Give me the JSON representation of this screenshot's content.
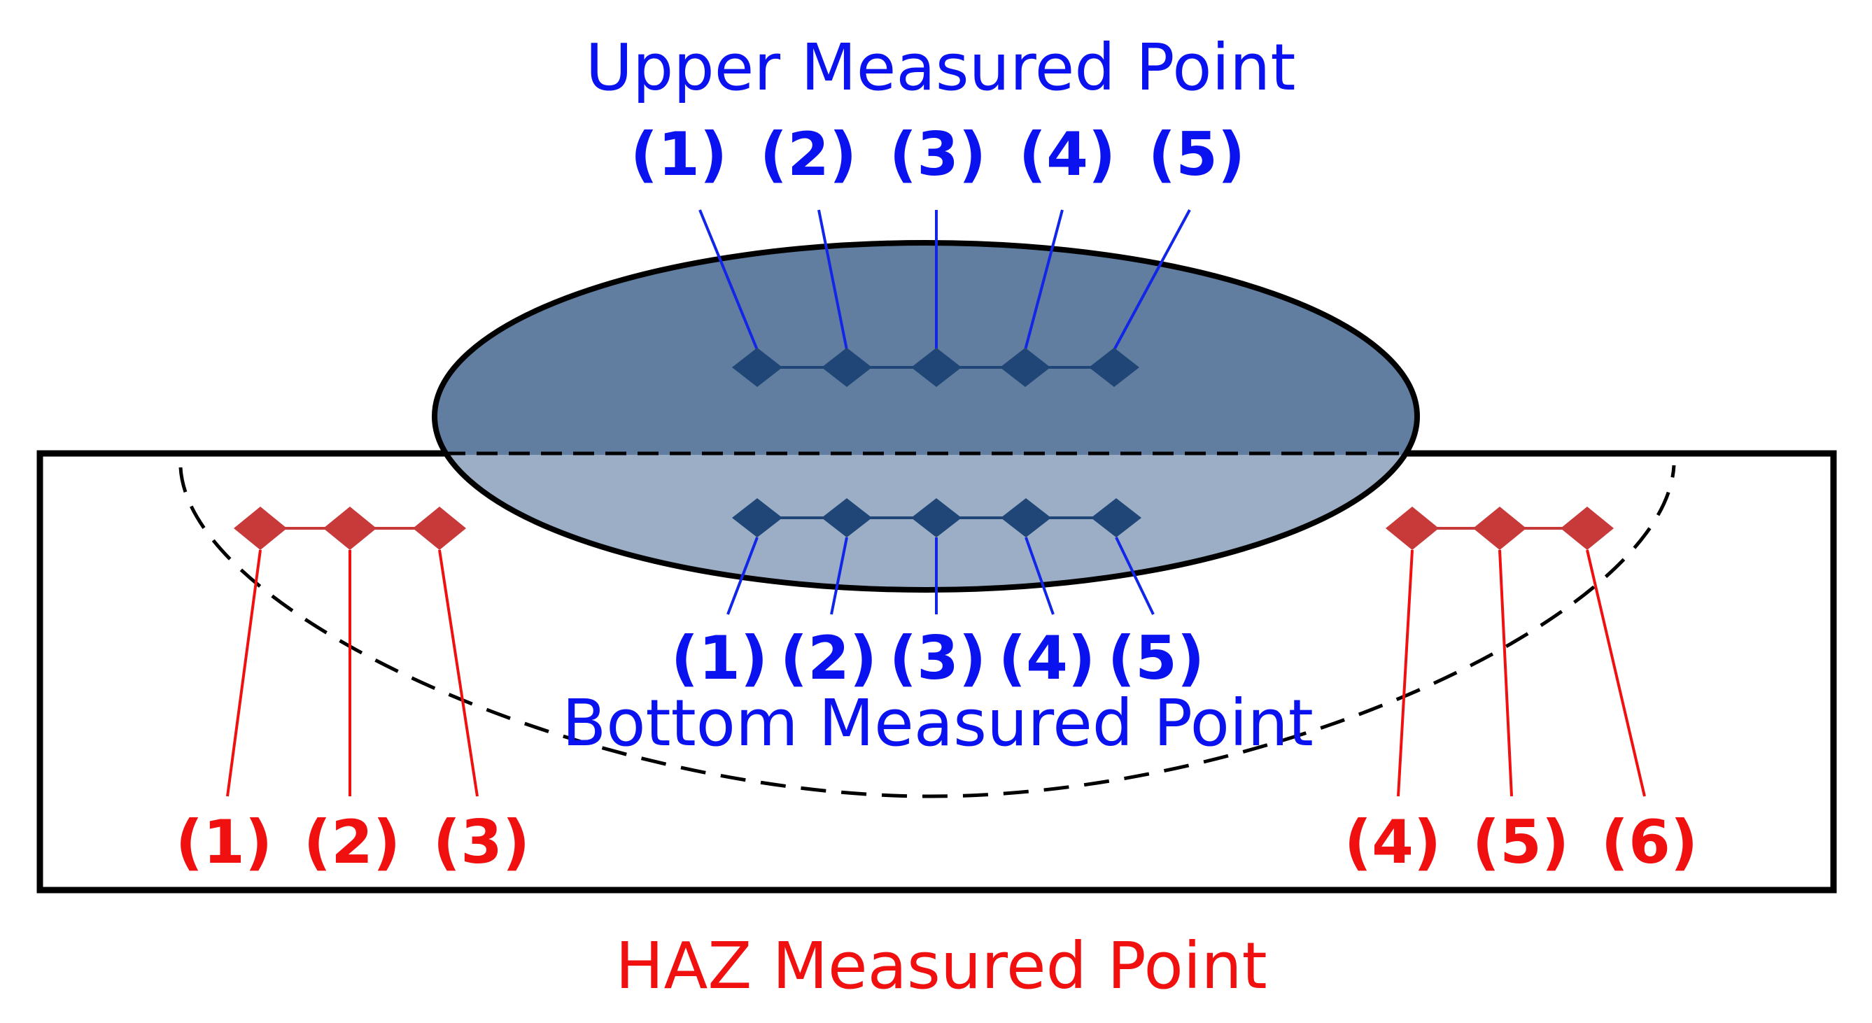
{
  "colors": {
    "upper_label": "#0a12f0",
    "bottom_label": "#0a12f0",
    "haz_label": "#f01010",
    "weld_upper_fill": "#617d9f",
    "weld_lower_fill": "#9baec6",
    "marker_blue": "#1f4676",
    "marker_red": "#c8393a",
    "outline": "#000000"
  },
  "upper": {
    "title": "Upper Measured Point",
    "labels": [
      "(1)",
      "(2)",
      "(3)",
      "(4)",
      "(5)"
    ]
  },
  "bottom": {
    "title": "Bottom Measured Point",
    "labels": [
      "(1)",
      "(2)",
      "(3)",
      "(4)",
      "(5)"
    ]
  },
  "haz": {
    "title": "HAZ Measured Point",
    "left_labels": [
      "(1)",
      "(2)",
      "(3)"
    ],
    "right_labels": [
      "(4)",
      "(5)",
      "(6)"
    ]
  }
}
